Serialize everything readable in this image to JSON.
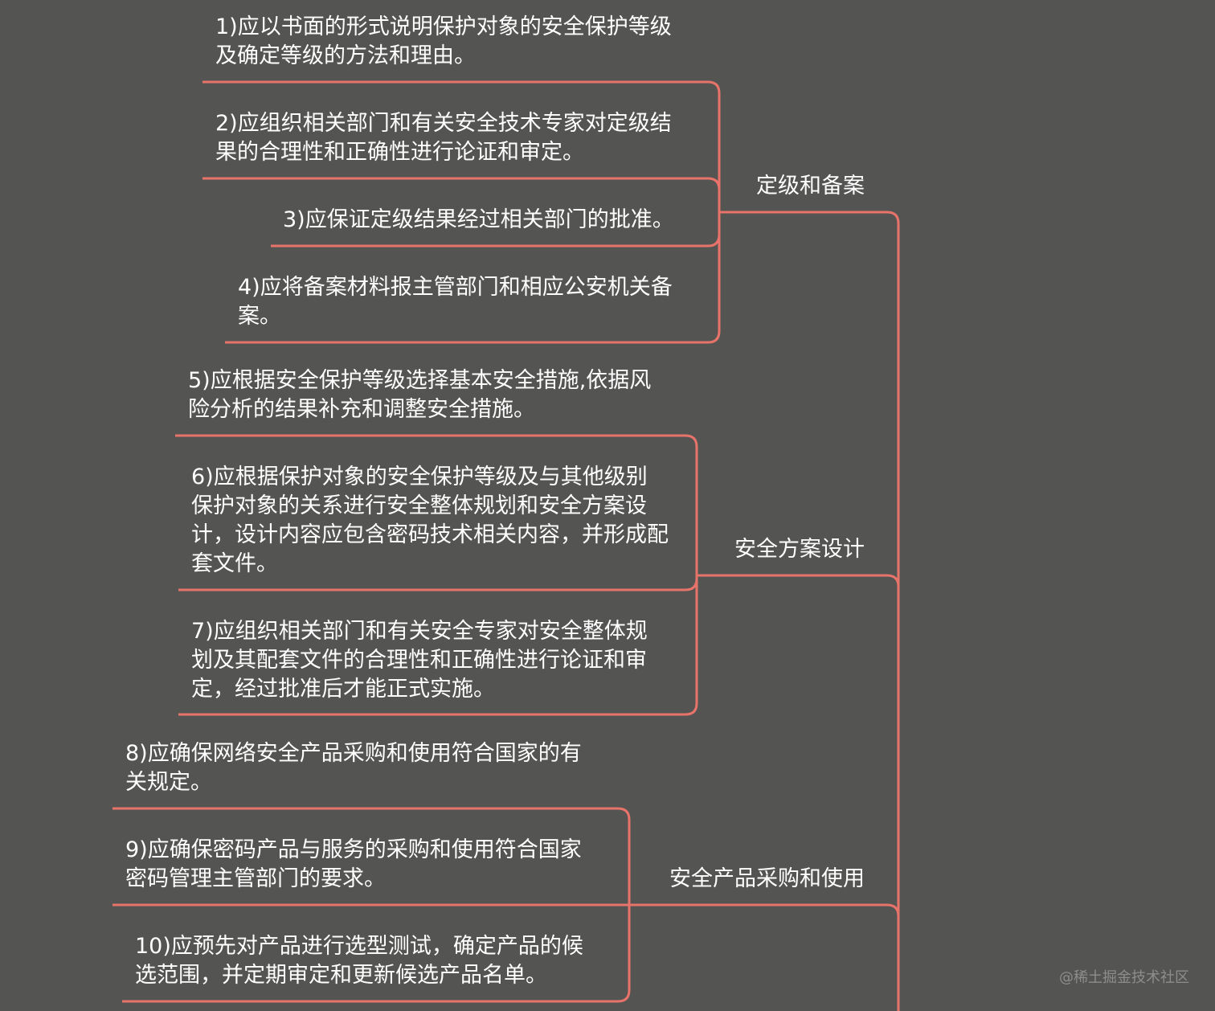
{
  "colors": {
    "background": "#545553",
    "connector": "#e8736a",
    "text": "#ffffff"
  },
  "branches": [
    {
      "label": "定级和备案",
      "items": [
        "1)应以书面的形式说明保护对象的安全保护等级及确定等级的方法和理由。",
        "2)应组织相关部门和有关安全技术专家对定级结果的合理性和正确性进行论证和审定。",
        "3)应保证定级结果经过相关部门的批准。",
        "4)应将备案材料报主管部门和相应公安机关备案。"
      ]
    },
    {
      "label": "安全方案设计",
      "items": [
        "5)应根据安全保护等级选择基本安全措施,依据风险分析的结果补充和调整安全措施。",
        "6)应根据保护对象的安全保护等级及与其他级别保护对象的关系进行安全整体规划和安全方案设计，设计内容应包含密码技术相关内容，并形成配套文件。",
        "7)应组织相关部门和有关安全专家对安全整体规划及其配套文件的合理性和正确性进行论证和审定，经过批准后才能正式实施。"
      ]
    },
    {
      "label": "安全产品采购和使用",
      "items": [
        "8)应确保网络安全产品采购和使用符合国家的有关规定。",
        "9)应确保密码产品与服务的采购和使用符合国家密码管理主管部门的要求。",
        "10)应预先对产品进行选型测试，确定产品的候选范围，并定期审定和更新候选产品名单。"
      ]
    }
  ],
  "watermark": "@稀土掘金技术社区"
}
